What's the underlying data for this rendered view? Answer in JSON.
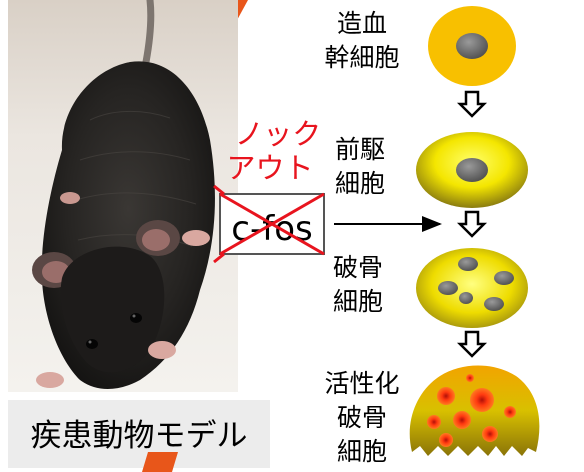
{
  "model_caption": "疾患動物モデル",
  "knockout_label": [
    "ノック",
    "アウト"
  ],
  "gene_label": "c-fos",
  "stages": [
    {
      "lines": [
        "造血",
        "幹細胞"
      ]
    },
    {
      "lines": [
        "前駆",
        "細胞"
      ]
    },
    {
      "lines": [
        "破骨",
        "細胞"
      ]
    },
    {
      "lines": [
        "活性化",
        "破骨",
        "細胞"
      ]
    }
  ],
  "colors": {
    "red": "#e8141e",
    "orange_accent": "#e8561a",
    "cell_yellow": "#f8c000",
    "caption_bg": "#ececec",
    "nucleus_gray": "#808080"
  }
}
